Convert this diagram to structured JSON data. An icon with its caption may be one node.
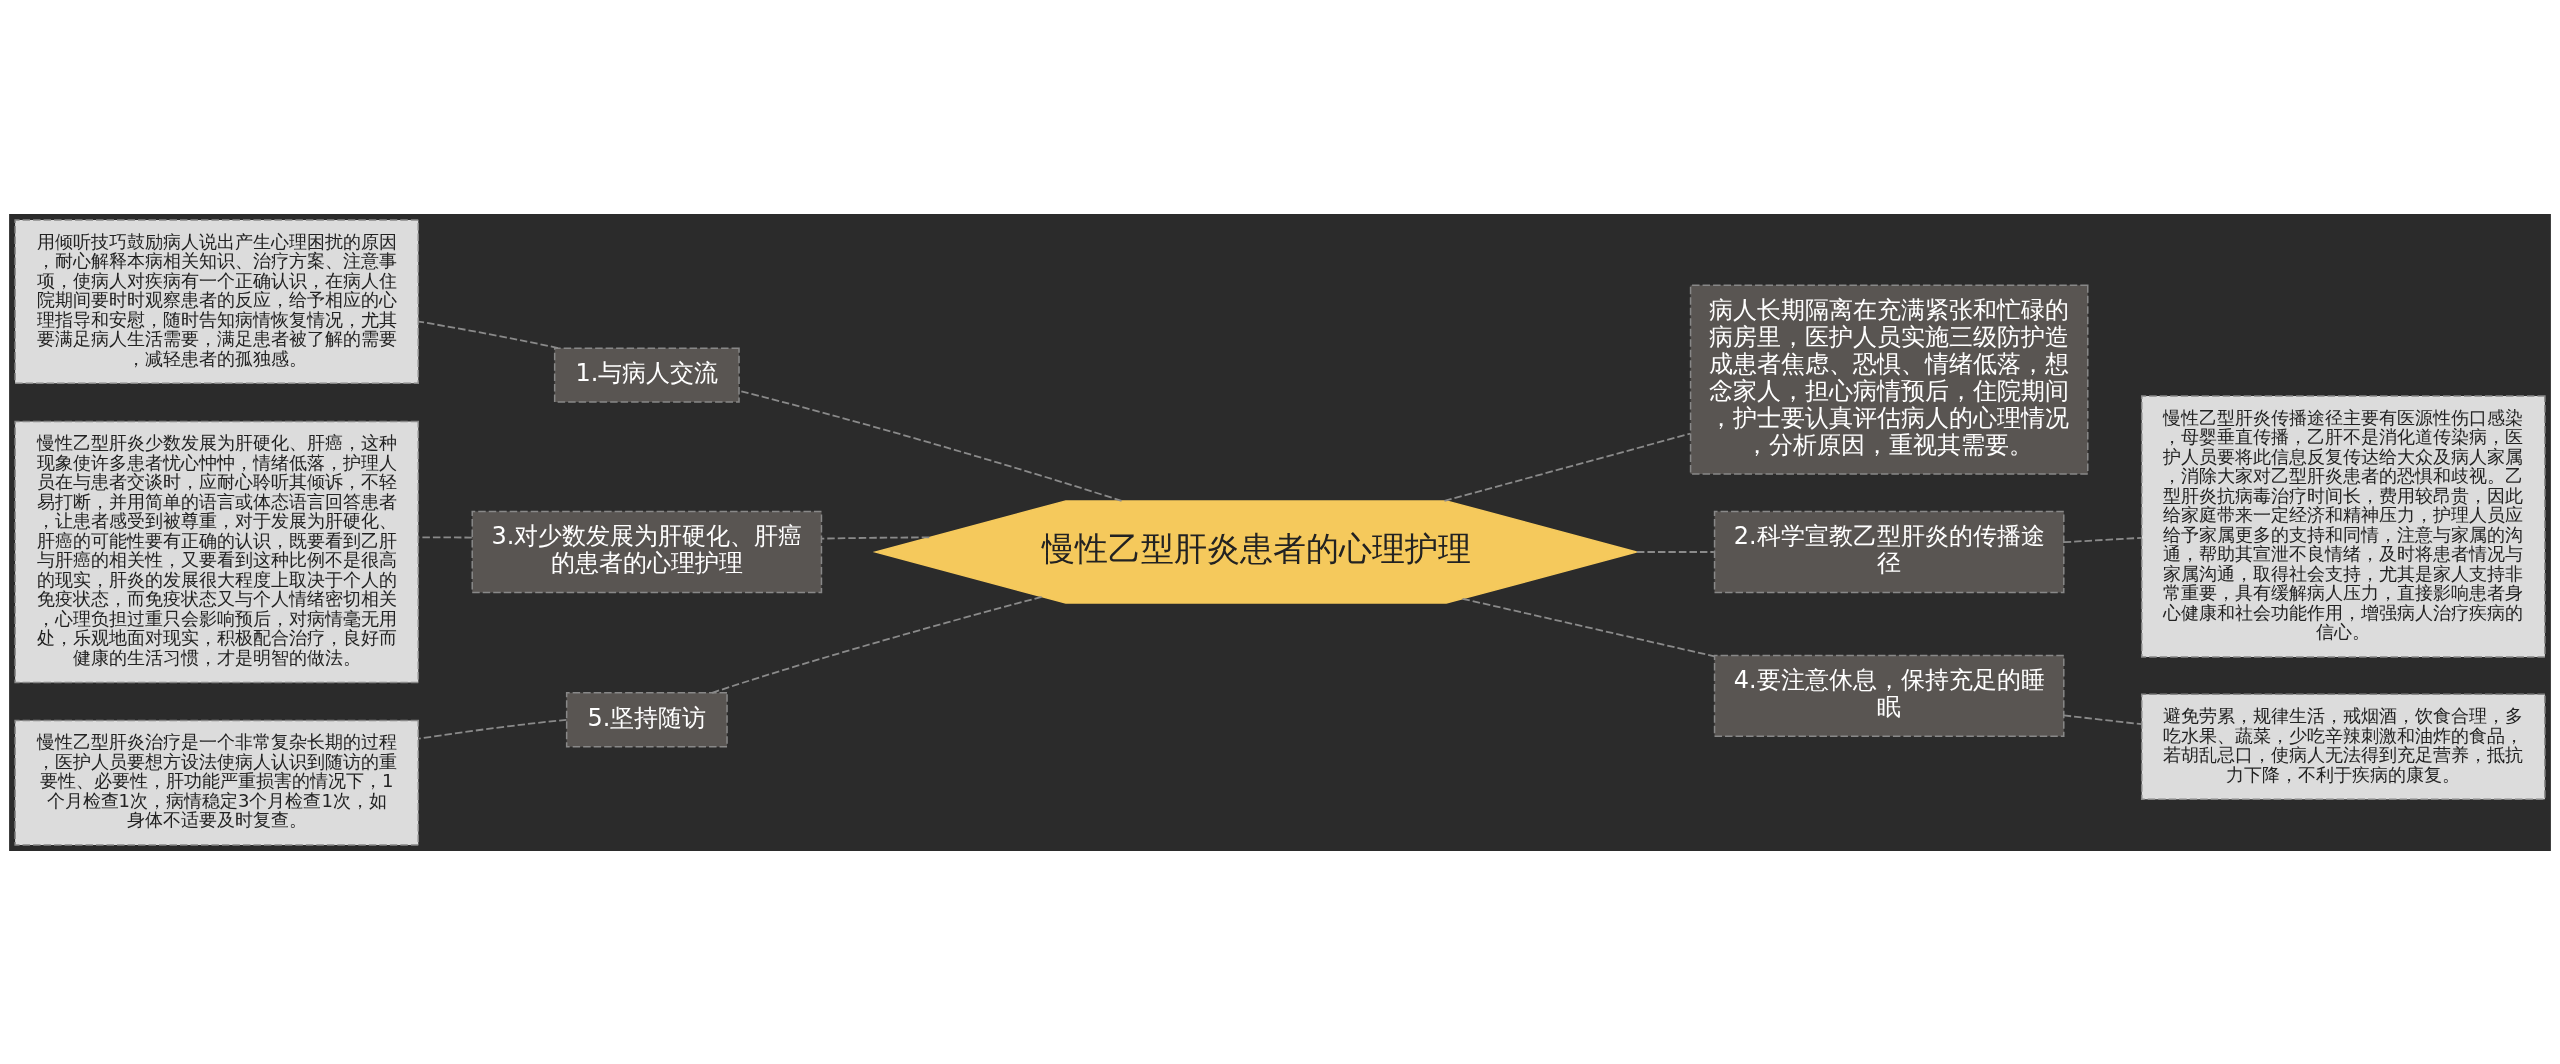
{
  "diagram": {
    "nodes": [
      {
        "text": [
          "慢性乙型肝炎患者的心理护理"
        ]
      },
      {
        "text": [
          "1.与病人交流"
        ]
      },
      {
        "text": [
          "用倾听技巧鼓励病人说出产生心理困扰的原因，耐心解释本病相关知识、治疗方案、注意事项，使病人对疾病有一个正确认识，在病人住院期间要时时观察患者的反应，给予相应的心理指导和安慰，随时告知病情恢复情况，尤其要满足病人生活需要，满足患者被了解的需要，减轻患者的孤独感。"
        ]
      },
      {
        "text": [
          "3.对少数发展为肝硬化、肝癌的患者的心理护理"
        ]
      },
      {
        "text": [
          "慢性乙型肝炎少数发展为肝硬化、肝癌，这种现象使许多患者忧心忡忡，情绪低落，护理人员在与患者交谈时，应耐心聆听其倾诉，不轻易打断，并用简单的语言或体态语言回答患者，让患者感受到被尊重，对于发展为肝硬化、肝癌的可能性要有正确的认识，既要看到乙肝与肝癌的相关性，又要看到这种比例不是很高的现实，肝炎的发展很大程度上取决于个人的免疫状态，而免疫状态又与个人情绪密切相关，心理负担过重只会影响预后，对病情毫无用处，乐观地面对现实，积极配合治疗，良好而健康的生活习惯，才是明智的做法。"
        ]
      },
      {
        "text": [
          "5.坚持随访"
        ]
      },
      {
        "text": [
          "慢性乙型肝炎治疗是一个非常复杂长期的过程，医护人员要想方设法使病人认识到随访的重要性、必要性，肝功能严重损害的情况下，1个月检查1次，病情稳定3个月检查1次，如身体不适要及时复查。"
        ]
      },
      {
        "text": [
          "病人长期隔离在充满紧张和忙碌的病房里，医护人员实施三级防护造成患者焦虑、恐惧、情绪低落，想念家人，担心病情预后，住院期间，护士要认真评估病人的心理情况，分析原因，重视其需要。"
        ]
      },
      {
        "text": [
          "2.科学宣教乙型肝炎的传播途径"
        ]
      },
      {
        "text": [
          "慢性乙型肝炎传播途径主要有医源性伤口感染，母婴垂直传播，乙肝不是消化道传染病，医护人员要将此信息反复传达给大众及病人家属，消除大家对乙型肝炎患者的恐惧和歧视。乙型肝炎抗病毒治疗时间长，费用较昂贵，因此给家庭带来一定经济和精神压力，护理人员应给予家属更多的支持和同情，注意与家属的沟通，帮助其宣泄不良情绪，及时将患者情况与家属沟通，取得社会支持，尤其是家人支持非常重要，具有缓解病人压力，直接影响患者身心健康和社会功能作用，增强病人治疗疾病的信心。"
        ]
      },
      {
        "text": [
          "4.要注意休息，保持充足的睡眠"
        ]
      },
      {
        "text": [
          "避免劳累，规律生活，戒烟酒，饮食合理，多吃水果、蔬菜，少吃辛辣刺激和油炸的食品，若胡乱忌口，使病人无法得到充足营养，抵抗力下降，不利于疾病的康复。"
        ]
      }
    ],
    "edges": [
      {
        "from": 0,
        "to": 1,
        "arrow": "none",
        "style": "dashed"
      },
      {
        "from": 1,
        "to": 2,
        "arrow": "none",
        "style": "dashed"
      },
      {
        "from": 0,
        "to": 3,
        "arrow": "none",
        "style": "dashed"
      },
      {
        "from": 3,
        "to": 4,
        "arrow": "none",
        "style": "dashed"
      },
      {
        "from": 0,
        "to": 5,
        "arrow": "none",
        "style": "dashed"
      },
      {
        "from": 5,
        "to": 6,
        "arrow": "none",
        "style": "dashed"
      },
      {
        "from": 0,
        "to": 7,
        "arrow": "none",
        "style": "dashed"
      },
      {
        "from": 0,
        "to": 8,
        "arrow": "none",
        "style": "dashed"
      },
      {
        "from": 8,
        "to": 9,
        "arrow": "none",
        "style": "dashed"
      },
      {
        "from": 0,
        "to": 10,
        "arrow": "none",
        "style": "dashed"
      },
      {
        "from": 10,
        "to": 11,
        "arrow": "none",
        "style": "dashed"
      }
    ]
  }
}
